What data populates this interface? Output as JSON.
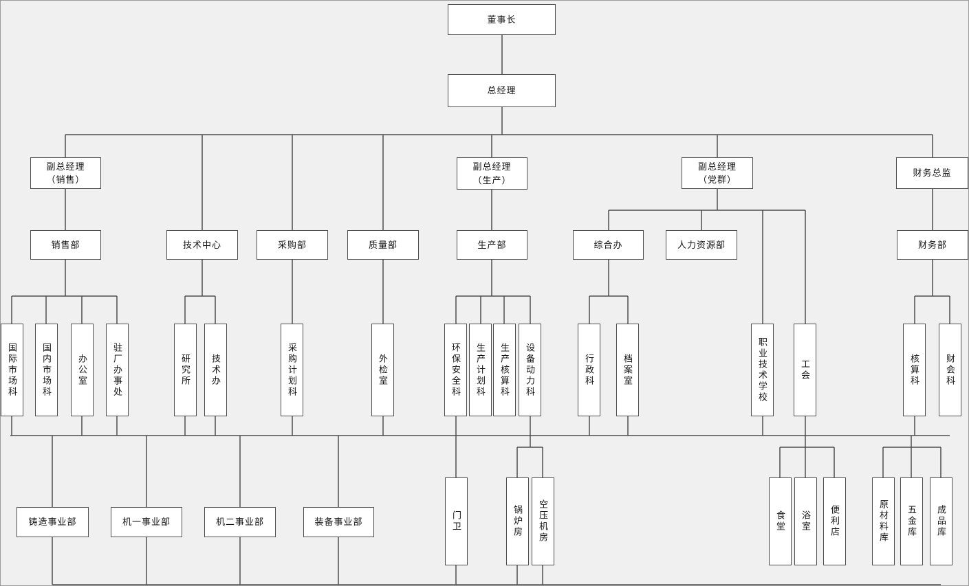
{
  "colors": {
    "background": "#f0f0f0",
    "node_fill": "#ffffff",
    "node_border": "#4d4d4d",
    "connector": "#4d4d4d",
    "text": "#141414"
  },
  "nodes": {
    "chairman": "董事长",
    "general_manager": "总经理",
    "vgm_sales": "副总经理\n（销售）",
    "vgm_production": "副总经理\n（生产）",
    "vgm_party": "副总经理\n（党群）",
    "cfo": "财务总监",
    "sales_dept": "销售部",
    "tech_center": "技术中心",
    "purchasing_dept": "采购部",
    "quality_dept": "质量部",
    "production_dept": "生产部",
    "general_office": "综合办",
    "hr_dept": "人力资源部",
    "finance_dept": "财务部",
    "intl_market": "国际市场科",
    "domestic_market": "国内市场科",
    "office": "办公室",
    "factory_office": "驻厂办事处",
    "research_institute": "研究所",
    "tech_office": "技术办",
    "purchase_planning": "采购计划科",
    "external_inspection": "外检室",
    "env_safety": "环保安全科",
    "production_planning": "生产计划科",
    "production_accounting": "生产核算科",
    "equipment_power": "设备动力科",
    "admin_section": "行政科",
    "archives": "档案室",
    "vocational_school": "职业技术学校",
    "labor_union": "工会",
    "accounting_section": "核算科",
    "finance_accounting": "财会科",
    "casting_division": "铸造事业部",
    "machine1_division": "机一事业部",
    "machine2_division": "机二事业部",
    "equipment_division": "装备事业部",
    "gate_guard": "门卫",
    "boiler_room": "锅炉房",
    "air_compressor_room": "空压机房",
    "canteen": "食堂",
    "bathroom": "浴室",
    "convenience_store": "便利店",
    "raw_material_warehouse": "原材料库",
    "hardware_warehouse": "五金库",
    "finished_goods_warehouse": "成品库"
  },
  "edges": [
    [
      "chairman",
      "general_manager"
    ],
    [
      "general_manager",
      "vgm_sales"
    ],
    [
      "general_manager",
      "tech_center"
    ],
    [
      "general_manager",
      "purchasing_dept"
    ],
    [
      "general_manager",
      "quality_dept"
    ],
    [
      "general_manager",
      "vgm_production"
    ],
    [
      "general_manager",
      "vgm_party"
    ],
    [
      "general_manager",
      "cfo"
    ],
    [
      "vgm_sales",
      "sales_dept"
    ],
    [
      "vgm_production",
      "production_dept"
    ],
    [
      "vgm_party",
      "general_office"
    ],
    [
      "vgm_party",
      "hr_dept"
    ],
    [
      "vgm_party",
      "vocational_school"
    ],
    [
      "vgm_party",
      "labor_union"
    ],
    [
      "cfo",
      "finance_dept"
    ],
    [
      "sales_dept",
      "intl_market"
    ],
    [
      "sales_dept",
      "domestic_market"
    ],
    [
      "sales_dept",
      "office"
    ],
    [
      "sales_dept",
      "factory_office"
    ],
    [
      "tech_center",
      "research_institute"
    ],
    [
      "tech_center",
      "tech_office"
    ],
    [
      "purchasing_dept",
      "purchase_planning"
    ],
    [
      "quality_dept",
      "external_inspection"
    ],
    [
      "production_dept",
      "env_safety"
    ],
    [
      "production_dept",
      "production_planning"
    ],
    [
      "production_dept",
      "production_accounting"
    ],
    [
      "production_dept",
      "equipment_power"
    ],
    [
      "general_office",
      "admin_section"
    ],
    [
      "general_office",
      "archives"
    ],
    [
      "finance_dept",
      "accounting_section"
    ],
    [
      "finance_dept",
      "finance_accounting"
    ],
    [
      "env_safety",
      "gate_guard"
    ],
    [
      "equipment_power",
      "boiler_room"
    ],
    [
      "equipment_power",
      "air_compressor_room"
    ],
    [
      "labor_union",
      "canteen"
    ],
    [
      "labor_union",
      "bathroom"
    ],
    [
      "labor_union",
      "convenience_store"
    ],
    [
      "bus",
      "casting_division"
    ],
    [
      "bus",
      "machine1_division"
    ],
    [
      "bus",
      "machine2_division"
    ],
    [
      "bus",
      "equipment_division"
    ],
    [
      "bus",
      "raw_material_warehouse"
    ],
    [
      "bus",
      "hardware_warehouse"
    ],
    [
      "bus",
      "finished_goods_warehouse"
    ]
  ]
}
